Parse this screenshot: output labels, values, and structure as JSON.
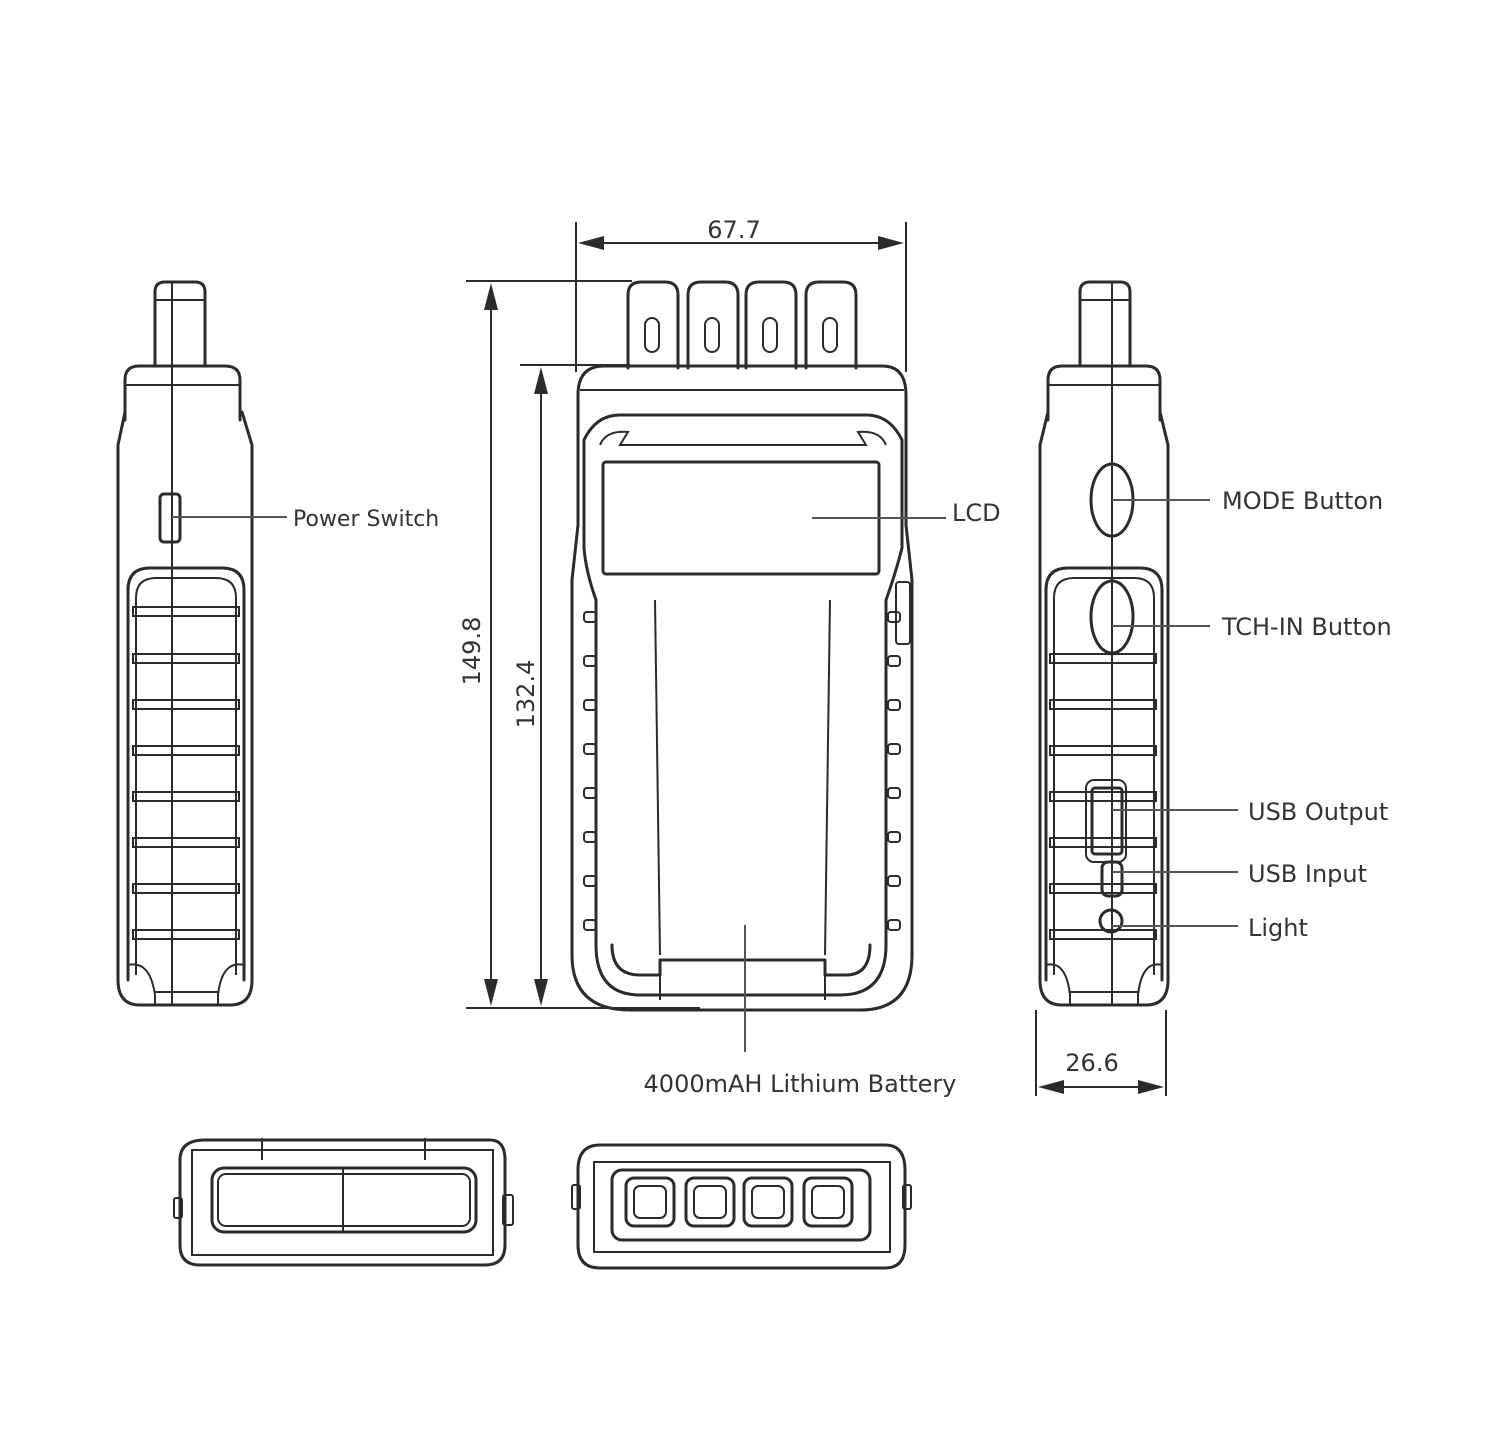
{
  "dimensions": {
    "width": "67.7",
    "total_height": "149.8",
    "body_height": "132.4",
    "depth": "26.6"
  },
  "labels": {
    "power_switch": "Power Switch",
    "lcd": "LCD",
    "mode_button": "MODE Button",
    "tch_in_button": "TCH-IN Button",
    "usb_output": "USB Output",
    "usb_input": "USB Input",
    "light": "Light",
    "battery": "4000mAH Lithium Battery"
  },
  "colors": {
    "line": "#2b2b2b",
    "text": "#333333",
    "background": "#ffffff"
  }
}
